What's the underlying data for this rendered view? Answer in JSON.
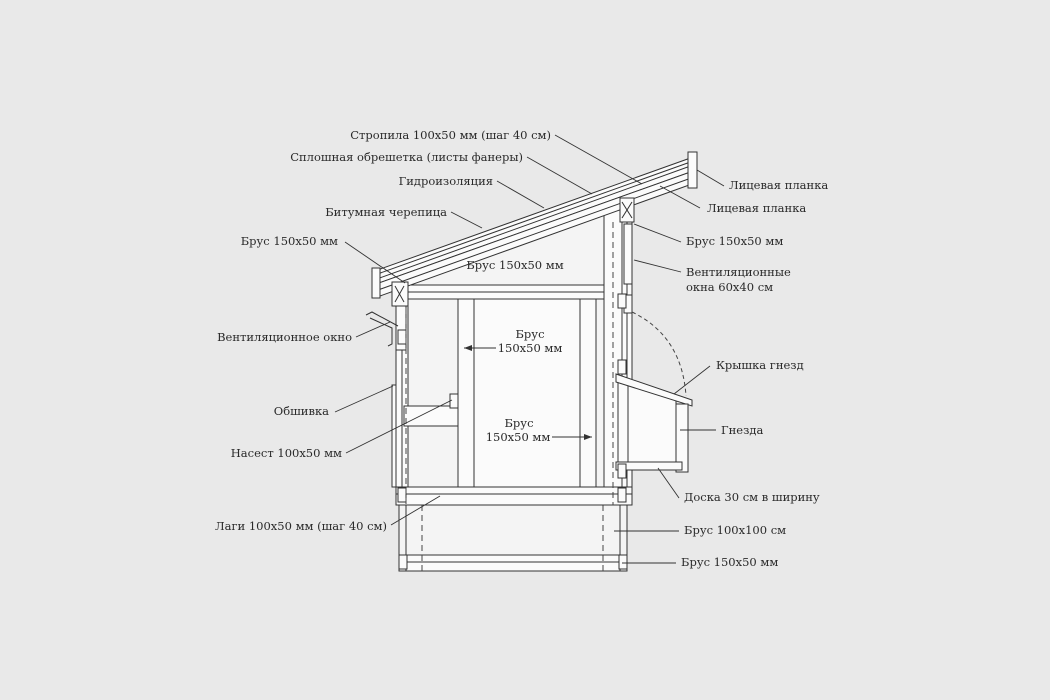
{
  "labels": {
    "rafters": "Стропила 100x50 мм (шаг 40 см)",
    "sheathing": "Сплошная обрешетка (листы фанеры)",
    "waterproofing": "Гидроизоляция",
    "bitumen_tiles": "Битумная черепица",
    "beam_left_top": "Брус 150x50 мм",
    "vent_window_left": "Вентиляционное окно",
    "cladding": "Обшивка",
    "perch": "Насест 100x50 мм",
    "joists": "Лаги 100x50 мм (шаг 40 см)",
    "fascia_top": "Лицевая планка",
    "fascia_second": "Лицевая планка",
    "beam_right_top": "Брус 150x50 мм",
    "vent_windows_right_line1": "Вентиляционные",
    "vent_windows_right_line2": "окна 60x40 см",
    "nest_lid": "Крышка гнезд",
    "nests": "Гнезда",
    "board_30cm": "Доска 30 см в ширину",
    "beam_100x100": "Брус 100x100 см",
    "beam_bottom": "Брус 150x50 мм",
    "beam_inner_top": "Брус 150x50 мм",
    "beam_inner_mid_line1": "Брус",
    "beam_inner_mid_line2": "150x50 мм",
    "beam_inner_low_line1": "Брус",
    "beam_inner_low_line2": "150x50 мм"
  }
}
